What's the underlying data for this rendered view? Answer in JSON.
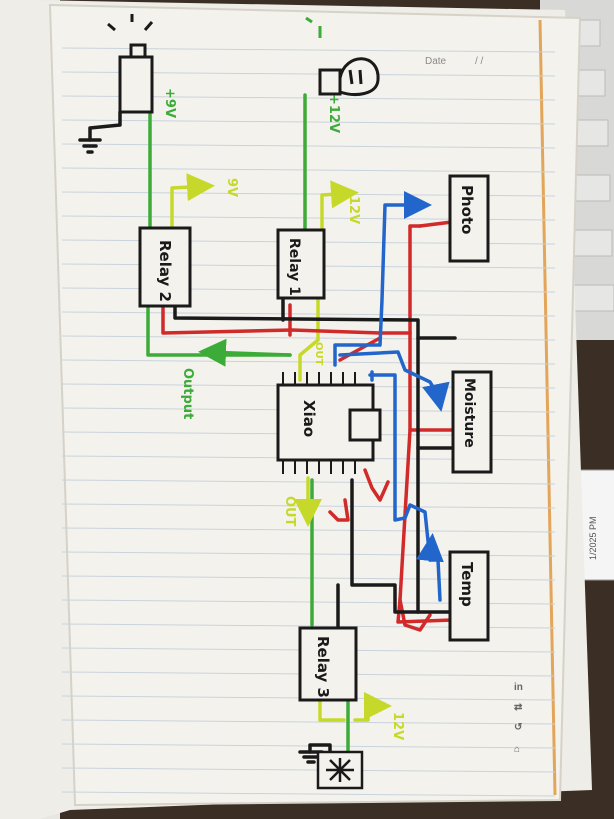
{
  "page": {
    "date_label": "Date",
    "date_slashes": "/  /",
    "sidebar_icons": [
      "in",
      "⇄",
      "↺",
      "⌂"
    ]
  },
  "phone_timestamp": "1/2025 PM",
  "labels": {
    "relay1": "Relay 1",
    "relay2": "Relay 2",
    "relay3": "Relay 3",
    "xiao": "Xiao",
    "photo": "Photo",
    "moisture": "Moisture",
    "temp": "Temp",
    "v9_supply": "+9V",
    "v12_supply": "+12V",
    "v9_out": "9V",
    "v12_out": "12V",
    "v12_fan": "12V",
    "output": "Output",
    "out_top": "OUT",
    "out_bottom": "OUT"
  },
  "colors": {
    "power": "#3cab38",
    "signal": "#c6d92a",
    "positive": "#d12a2a",
    "ground": "#1a1a1a",
    "sensor_data": "#2266cc",
    "paper": "#f2f0ea",
    "rule": "#c9d3dc"
  }
}
